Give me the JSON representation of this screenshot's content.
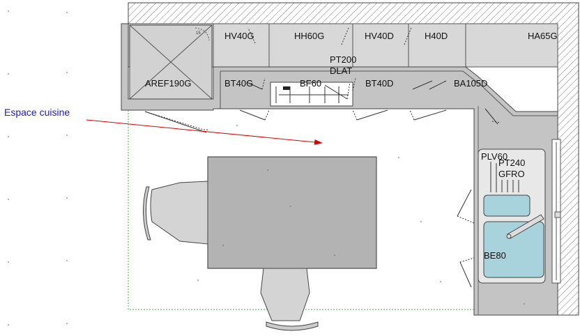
{
  "annotation": {
    "text": "Espace cuisine",
    "arrow_color": "#e00000",
    "text_color": "#1a1acc"
  },
  "upper_units": [
    {
      "code": "HV40G"
    },
    {
      "code": "HH60G"
    },
    {
      "code": "HV40D"
    },
    {
      "code": "H40D"
    },
    {
      "code": "HA65G"
    }
  ],
  "base_units": [
    {
      "code": "AREF190G"
    },
    {
      "code": "BT40G"
    },
    {
      "code": "BF60"
    },
    {
      "code": "BT40D"
    },
    {
      "code": "BA105D"
    }
  ],
  "worktop": {
    "line1": "PT200",
    "line2": "DLAT"
  },
  "right_run": {
    "unit_code": "PLV60",
    "worktop_line1": "PT240",
    "worktop_line2": "GFRO",
    "sink_code": "BE80"
  },
  "small_mark": "15",
  "colors": {
    "wall_hatch": "#777777",
    "counter": "#c8c8c8",
    "upper_cabinet": "#d8d8d8",
    "island": "#b3b3b3",
    "chair": "#d4d4d4",
    "sink_water": "#a9d3dc",
    "zone_outline": "#33bb33"
  }
}
